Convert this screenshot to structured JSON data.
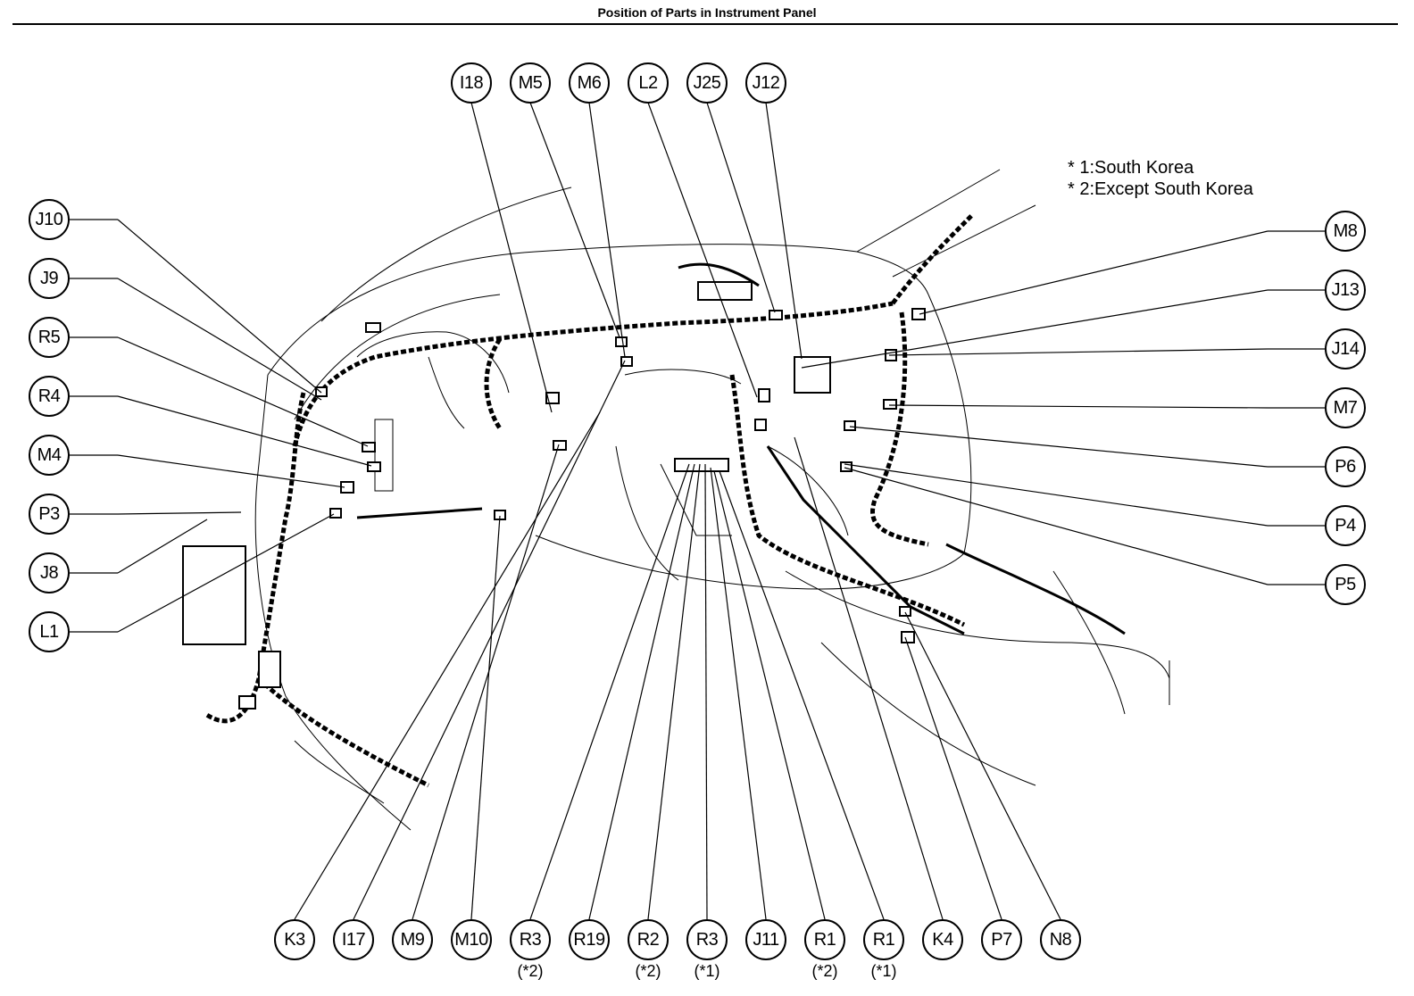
{
  "title": "Position of Parts in Instrument Panel",
  "notes": [
    "* 1:South Korea",
    "* 2:Except South Korea"
  ],
  "connectors": {
    "top": [
      "I18",
      "M5",
      "M6",
      "L2",
      "J25",
      "J12"
    ],
    "left": [
      "J10",
      "J9",
      "R5",
      "R4",
      "M4",
      "P3",
      "J8",
      "L1"
    ],
    "right": [
      "M8",
      "J13",
      "J14",
      "M7",
      "P6",
      "P4",
      "P5"
    ],
    "bottom": [
      {
        "label": "K3",
        "note": ""
      },
      {
        "label": "I17",
        "note": ""
      },
      {
        "label": "M9",
        "note": ""
      },
      {
        "label": "M10",
        "note": ""
      },
      {
        "label": "R3",
        "note": "(*2)"
      },
      {
        "label": "R19",
        "note": ""
      },
      {
        "label": "R2",
        "note": "(*2)"
      },
      {
        "label": "R3",
        "note": "(*1)"
      },
      {
        "label": "J11",
        "note": ""
      },
      {
        "label": "R1",
        "note": "(*2)"
      },
      {
        "label": "R1",
        "note": "(*1)"
      },
      {
        "label": "K4",
        "note": ""
      },
      {
        "label": "P7",
        "note": ""
      },
      {
        "label": "N8",
        "note": ""
      }
    ]
  }
}
